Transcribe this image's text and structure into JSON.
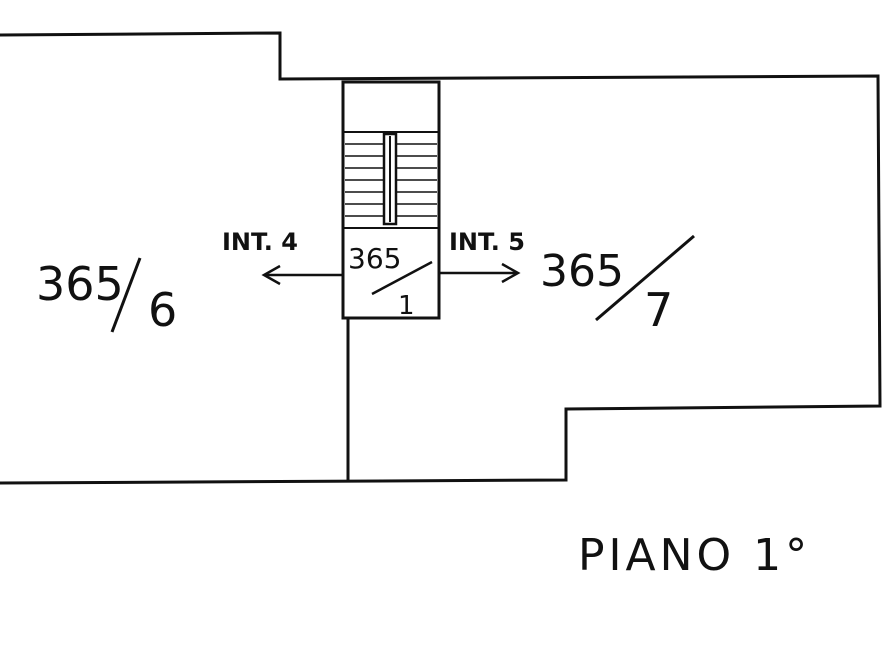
{
  "plan": {
    "units": {
      "left": {
        "parcel": "365",
        "sub": "6"
      },
      "right": {
        "parcel": "365",
        "sub": "7"
      },
      "stair": {
        "parcel": "365",
        "sub": "1"
      }
    },
    "entries": {
      "left": "INT. 4",
      "right": "INT. 5"
    },
    "floor_caption": "PIANO 1°"
  },
  "colors": {
    "ink": "#111111",
    "paper": "#ffffff"
  }
}
